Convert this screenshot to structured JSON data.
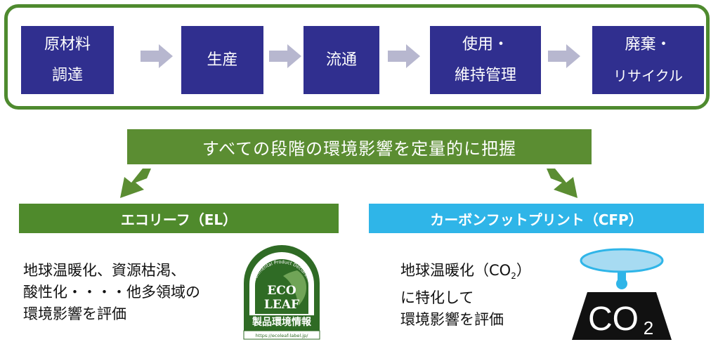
{
  "stages": [
    {
      "line1": "原材料",
      "line2": "調達"
    },
    {
      "line1": "生産",
      "line2": ""
    },
    {
      "line1": "流通",
      "line2": ""
    },
    {
      "line1": "使用・",
      "line2": "維持管理"
    },
    {
      "line1": "廃棄・",
      "line2": "リサイクル"
    }
  ],
  "banner": "すべての段階の環境影響を定量的に把握",
  "ecoleaf": {
    "label": "エコリーフ（EL）",
    "desc": [
      "地球温暖化、資源枯渇、",
      "酸性化・・・・他多領域の",
      "環境影響を評価"
    ],
    "logo": {
      "arc_text": "Environmental Product Declaration",
      "eco": "ECO",
      "leaf": "LEAF",
      "jp": "製品環境情報",
      "url": "https://ecoleaf-label.jp/"
    }
  },
  "cfp": {
    "label": "カーボンフットプリント（CFP）",
    "desc_line1_pre": "地球温暖化（CO",
    "desc_line1_sub": "2",
    "desc_line1_post": "）",
    "desc": [
      "に特化して",
      "環境影響を評価"
    ],
    "logo_co": "CO",
    "logo_sub": "2"
  },
  "colors": {
    "frame": "#4e8a2e",
    "stage": "#302f8f",
    "arrow": "#b7b7cf",
    "banner": "#5b8d32",
    "ecoleaf_bar": "#4f8a2c",
    "cfp_bar": "#2fb5e8",
    "logo_green": "#2f6b25"
  }
}
